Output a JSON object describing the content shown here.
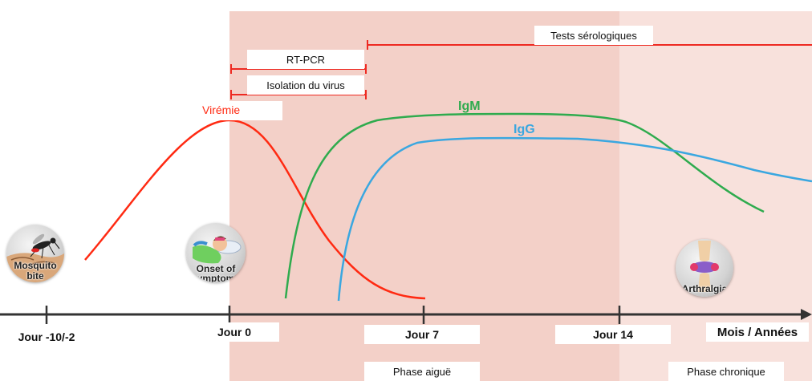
{
  "tests": {
    "serologie": "Tests sérologiques",
    "rtpcr": "RT-PCR",
    "isolation": "Isolation du virus"
  },
  "curves": {
    "viremie": "Virémie",
    "igm": "IgM",
    "igg": "IgG"
  },
  "timeline": {
    "t1": "Jour -10/-2",
    "t2": "Jour 0",
    "t3": "Jour 7",
    "t4": "Jour 14",
    "t5": "Mois / Années"
  },
  "phases": {
    "acute": "Phase aiguë",
    "chronic": "Phase chronique"
  },
  "icons": {
    "mosquito": {
      "name": "mosquito-icon",
      "line1": "Mosquito",
      "line2": "bite"
    },
    "symptoms": {
      "name": "sick-patient-icon",
      "line1": "Onset of",
      "line2": "symptoms"
    },
    "arthralgia": {
      "name": "joint-icon",
      "line1": "Arthralgia"
    }
  },
  "colors": {
    "viremie": "#ff2a12",
    "igm": "#2fab4e",
    "igg": "#3aa7e0",
    "acute_bg": "#f3d0c8",
    "chronic_bg": "#f8e1dc",
    "test_line": "#ee2a22"
  }
}
